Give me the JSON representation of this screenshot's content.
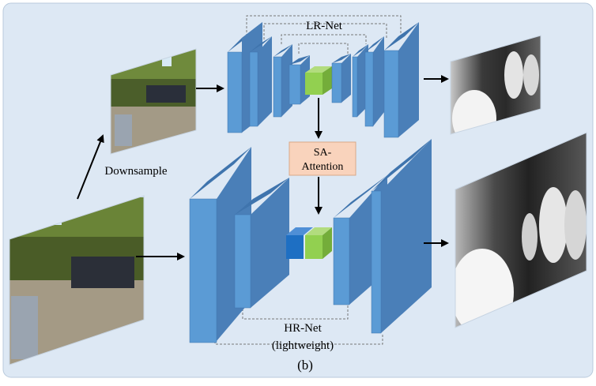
{
  "figure": {
    "panel_label": "(b)",
    "background_color": "#dde8f4",
    "block_front_color": "#5b9bd5",
    "block_top_color": "#3f74ad",
    "block_side_color": "#4a7fb8",
    "green_block_color": "#92d050",
    "blue_block_color": "#1e6fc3",
    "attention_box_color": "#f9d3bc"
  },
  "labels": {
    "lr_net": "LR-Net",
    "downsample": "Downsample",
    "sa_attention_line1": "SA-",
    "sa_attention_line2": "Attention",
    "hr_net_line1": "HR-Net",
    "hr_net_line2": "(lightweight)"
  },
  "images": {
    "input_full": "street scene photo (full resolution)",
    "input_small": "street scene photo (downsampled)",
    "depth_small": "predicted depth map (low resolution)",
    "depth_large": "predicted depth map (high resolution)"
  }
}
